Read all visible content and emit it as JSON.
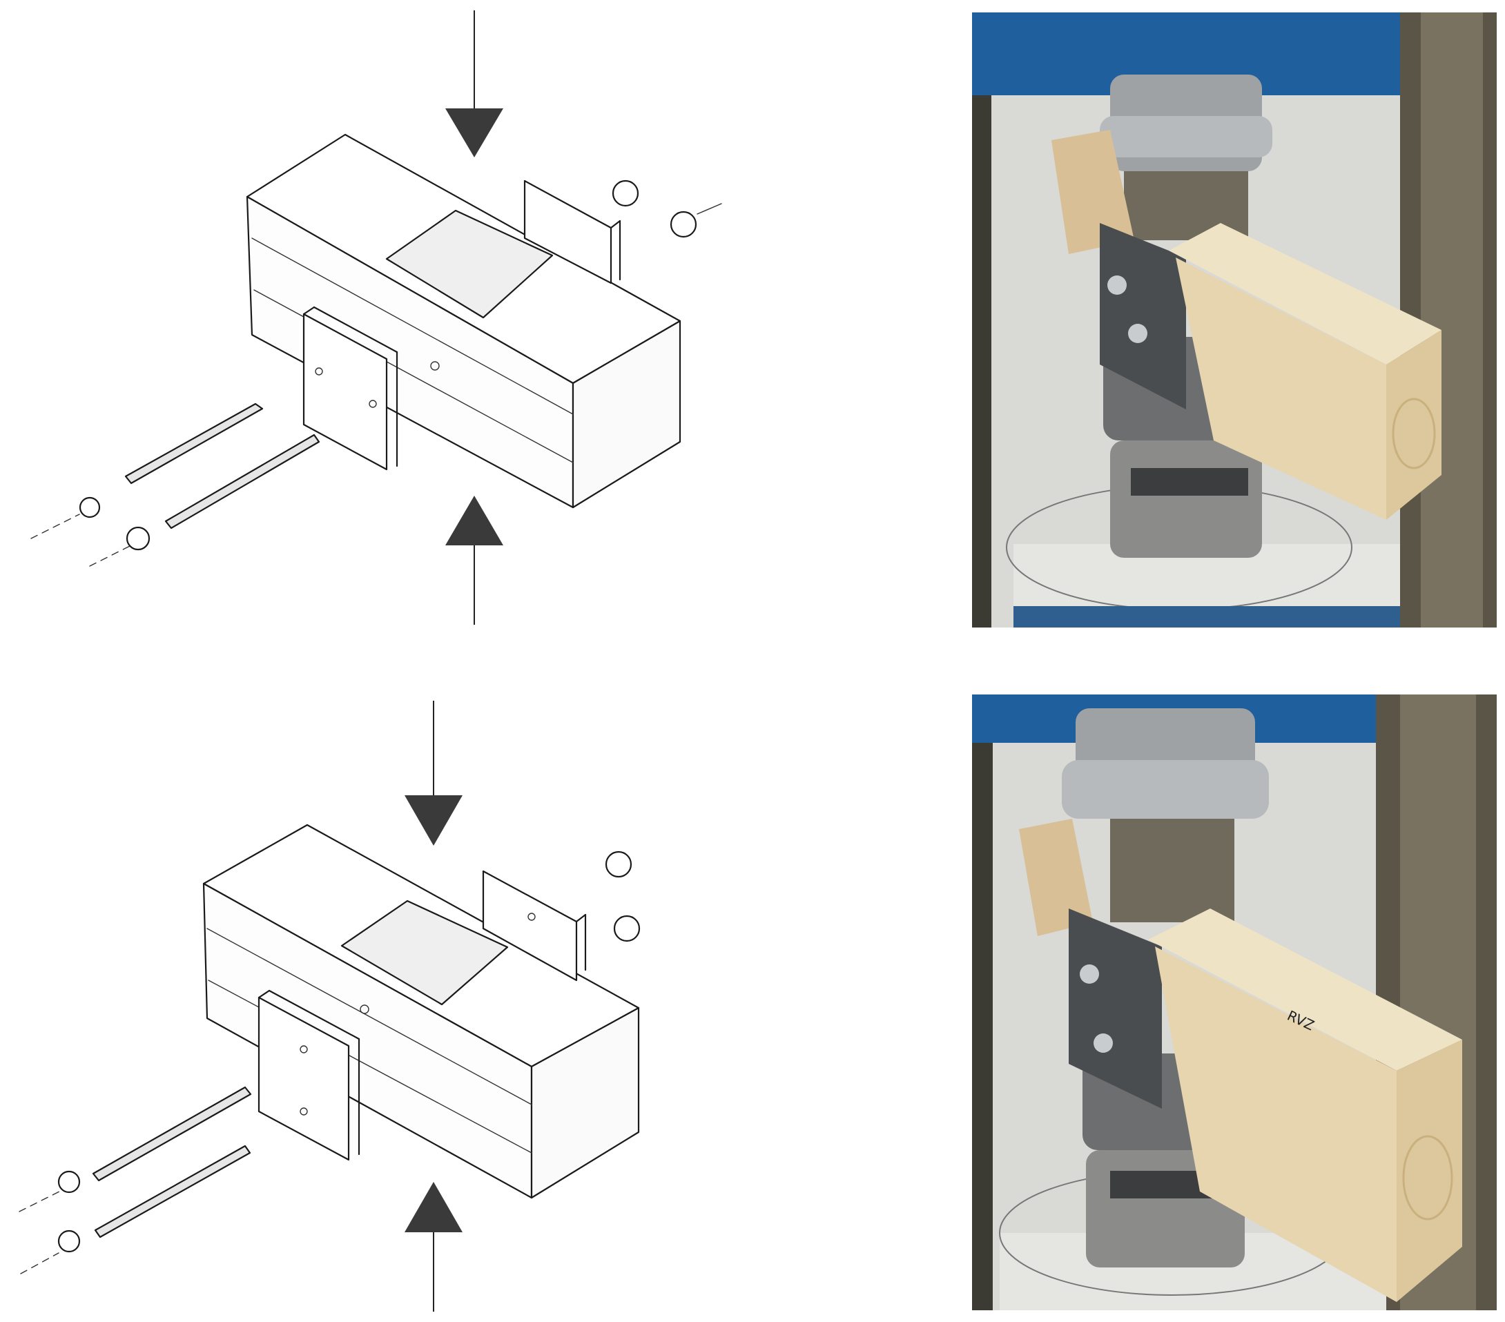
{
  "figure": {
    "panels": [
      {
        "kind": "sketch",
        "variant": "top"
      },
      {
        "kind": "photo",
        "variant": "top",
        "specimen_marking": ""
      },
      {
        "kind": "sketch",
        "variant": "bottom"
      },
      {
        "kind": "photo",
        "variant": "bottom",
        "specimen_marking": "RVZ"
      }
    ],
    "colors": {
      "press_frame": "#1f5f9e",
      "timber": "#e9d8b4",
      "timber_end": "#dcc89c",
      "steel": "#8a8d90",
      "arrow": "#3a3a3a"
    }
  }
}
